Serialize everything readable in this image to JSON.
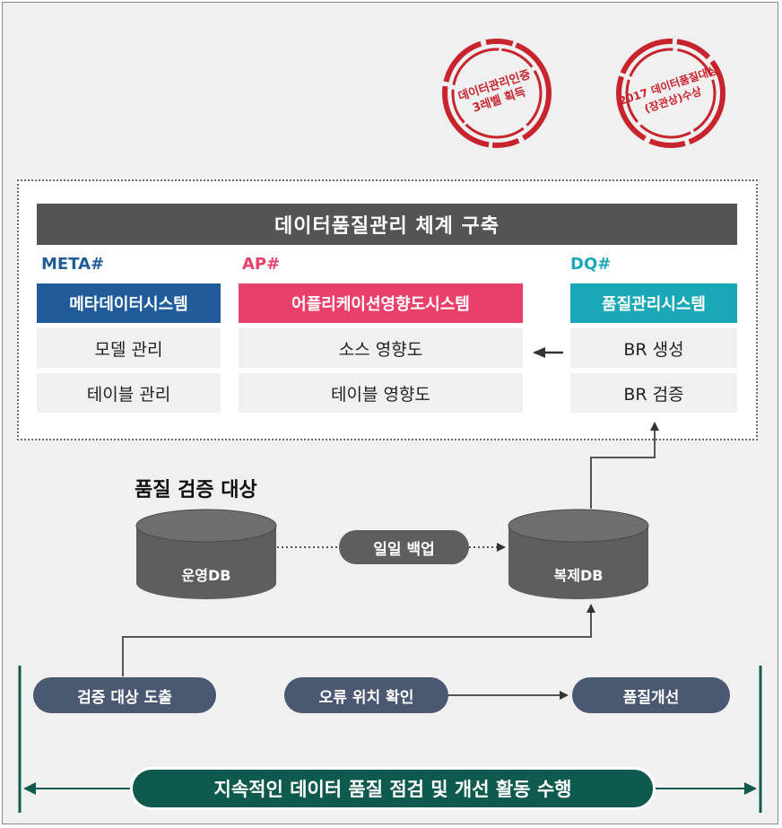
{
  "stamps": [
    {
      "line1": "데이터관리인증",
      "line2": "3레벨 획득"
    },
    {
      "line1": "2017 데이터품질대상",
      "line2": "(장관상)수상"
    }
  ],
  "diagram": {
    "title": "데이터품질관리 체계 구축",
    "systems": {
      "meta": {
        "tag": "META#",
        "name": "메타데이터시스템",
        "rows": [
          "모델 관리",
          "테이블 관리"
        ]
      },
      "ap": {
        "tag": "AP#",
        "name": "어플리케이션영향도시스템",
        "rows": [
          "소스 영향도",
          "테이블 영향도"
        ]
      },
      "dq": {
        "tag": "DQ#",
        "name": "품질관리시스템",
        "rows": [
          "BR 생성",
          "BR 검증"
        ]
      }
    },
    "verification_title": "품질 검증 대상",
    "source_db": "운영DB",
    "backup_label": "일일 백업",
    "replica_db": "복제DB",
    "steps": [
      "검증 대상 도출",
      "오류 위치 확인",
      "품질개선"
    ],
    "bottom_banner": "지속적인 데이터 품질 점검 및 개선 활동 수행"
  },
  "colors": {
    "meta": "#1f5c99",
    "ap": "#e8406a",
    "dq": "#1aa7b8",
    "stamp": "#c8242e",
    "banner": "#0e5a4e",
    "step": "#4a5872"
  }
}
